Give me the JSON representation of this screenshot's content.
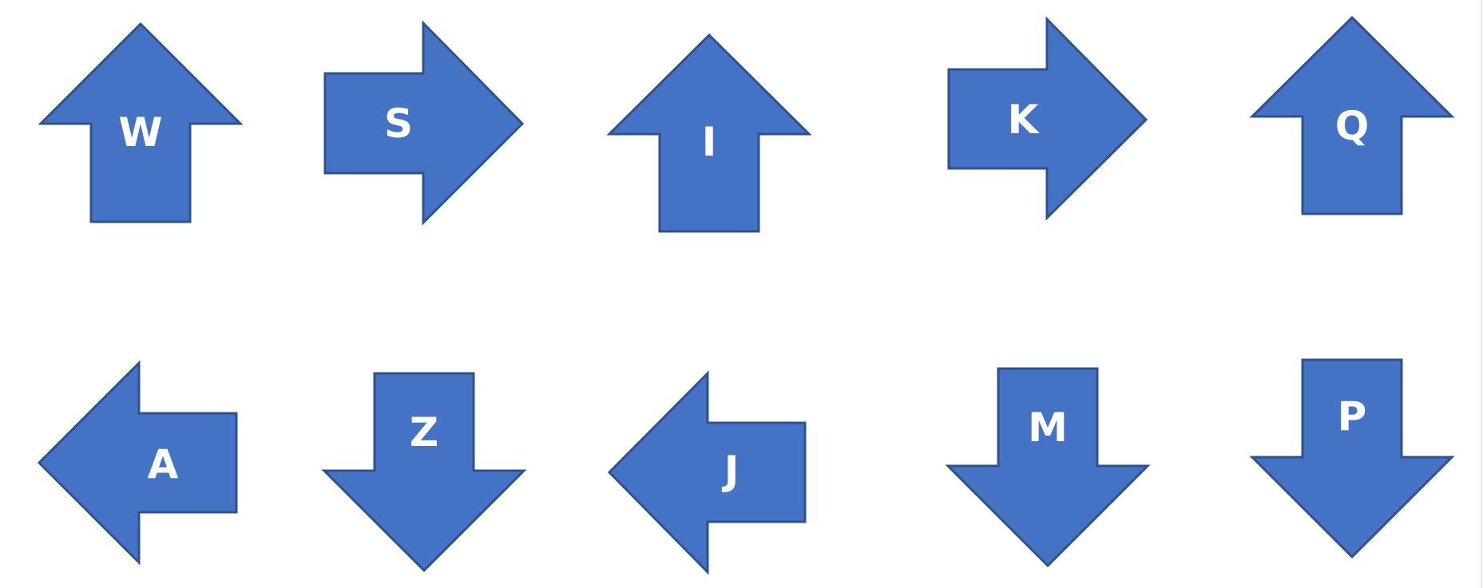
{
  "colors": {
    "fill": "#4472C4",
    "stroke": "#2F528F",
    "letter": "#ffffff"
  },
  "arrows": [
    {
      "letter": "W",
      "direction": "up"
    },
    {
      "letter": "S",
      "direction": "right"
    },
    {
      "letter": "I",
      "direction": "up"
    },
    {
      "letter": "K",
      "direction": "right"
    },
    {
      "letter": "Q",
      "direction": "up"
    },
    {
      "letter": "A",
      "direction": "left"
    },
    {
      "letter": "Z",
      "direction": "down"
    },
    {
      "letter": "J",
      "direction": "left"
    },
    {
      "letter": "M",
      "direction": "down"
    },
    {
      "letter": "P",
      "direction": "down"
    }
  ]
}
